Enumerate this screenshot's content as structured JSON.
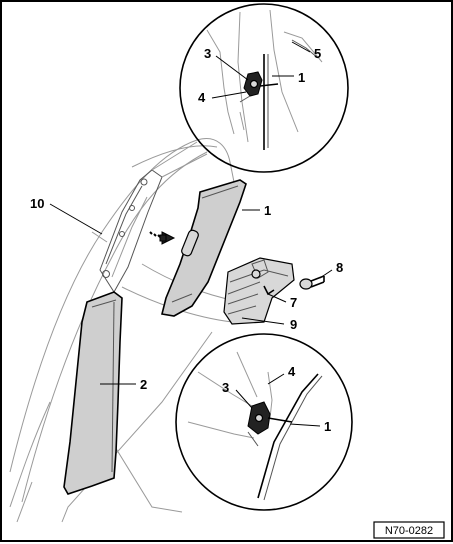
{
  "diagram": {
    "callouts": [
      {
        "id": "c3-top",
        "text": "3"
      },
      {
        "id": "c4-top",
        "text": "4"
      },
      {
        "id": "c1-top",
        "text": "1"
      },
      {
        "id": "c5-top",
        "text": "5"
      },
      {
        "id": "c10",
        "text": "10"
      },
      {
        "id": "c1-mid",
        "text": "1"
      },
      {
        "id": "c8",
        "text": "8"
      },
      {
        "id": "c7",
        "text": "7"
      },
      {
        "id": "c9",
        "text": "9"
      },
      {
        "id": "c2",
        "text": "2"
      },
      {
        "id": "c4-bot",
        "text": "4"
      },
      {
        "id": "c3-bot",
        "text": "3"
      },
      {
        "id": "c1-bot",
        "text": "1"
      }
    ],
    "reference_code": "N70-0282"
  }
}
